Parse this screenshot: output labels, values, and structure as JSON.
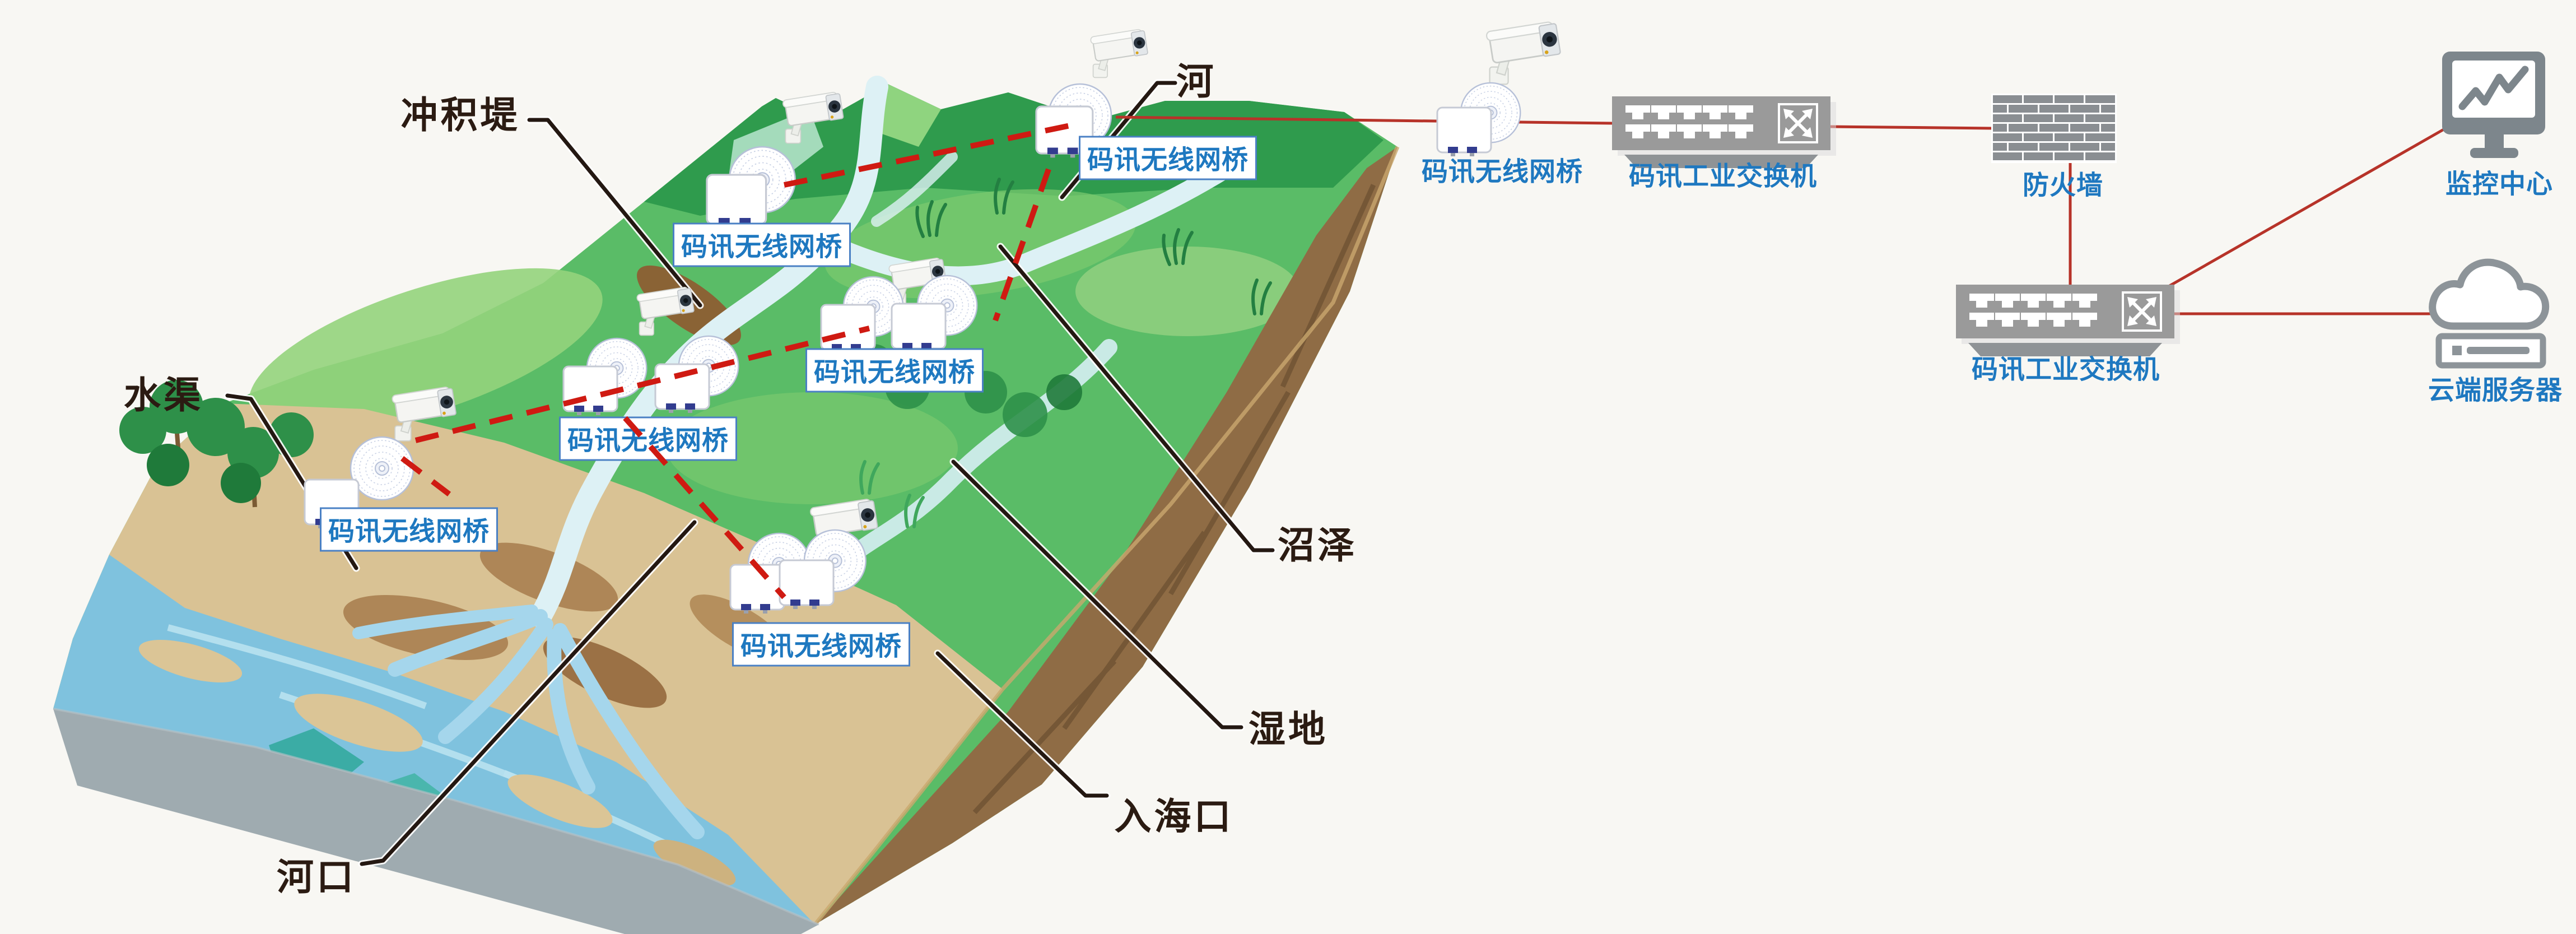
{
  "terrain": {
    "labels": {
      "levee": "冲积堤",
      "river": "河",
      "canal": "水渠",
      "swamp": "沼泽",
      "wetland": "湿地",
      "estuary": "入海口",
      "river_mouth": "河口"
    }
  },
  "network": {
    "wireless_bridge_label": "码讯无线网桥",
    "industrial_switch_label": "码讯工业交换机",
    "firewall_label": "防火墙",
    "monitoring_center_label": "监控中心",
    "cloud_server_label": "云端服务器"
  },
  "icons": {
    "surveillance-camera-icon": "cctv camera on wall bracket",
    "dish-antenna-icon": "white mesh dish antenna",
    "bridge-unit-icon": "white outdoor radio unit with two ports",
    "ethernet-switch-icon": "gray switch with 10 ports",
    "crossed-arrows-icon": "switching cross arrows",
    "firewall-brick-icon": "gray brick wall",
    "monitor-icon": "monitor with line chart",
    "line-chart-icon": "zigzag trend line",
    "cloud-icon": "cloud outline",
    "server-icon": "rack server bar"
  },
  "colors": {
    "label_blue": "#1e78c0",
    "terrain_label_dark": "#2b1b12",
    "solid_link_red": "#b73329",
    "wireless_link_red": "#cf1a12",
    "device_gray": "#9a9a9a",
    "terrain_green": "#5abc67",
    "sand_tan": "#d9c294",
    "sea_blue": "#7fc2de",
    "cliff_brown": "#8f6c45",
    "base_gray": "#9fabb0"
  }
}
